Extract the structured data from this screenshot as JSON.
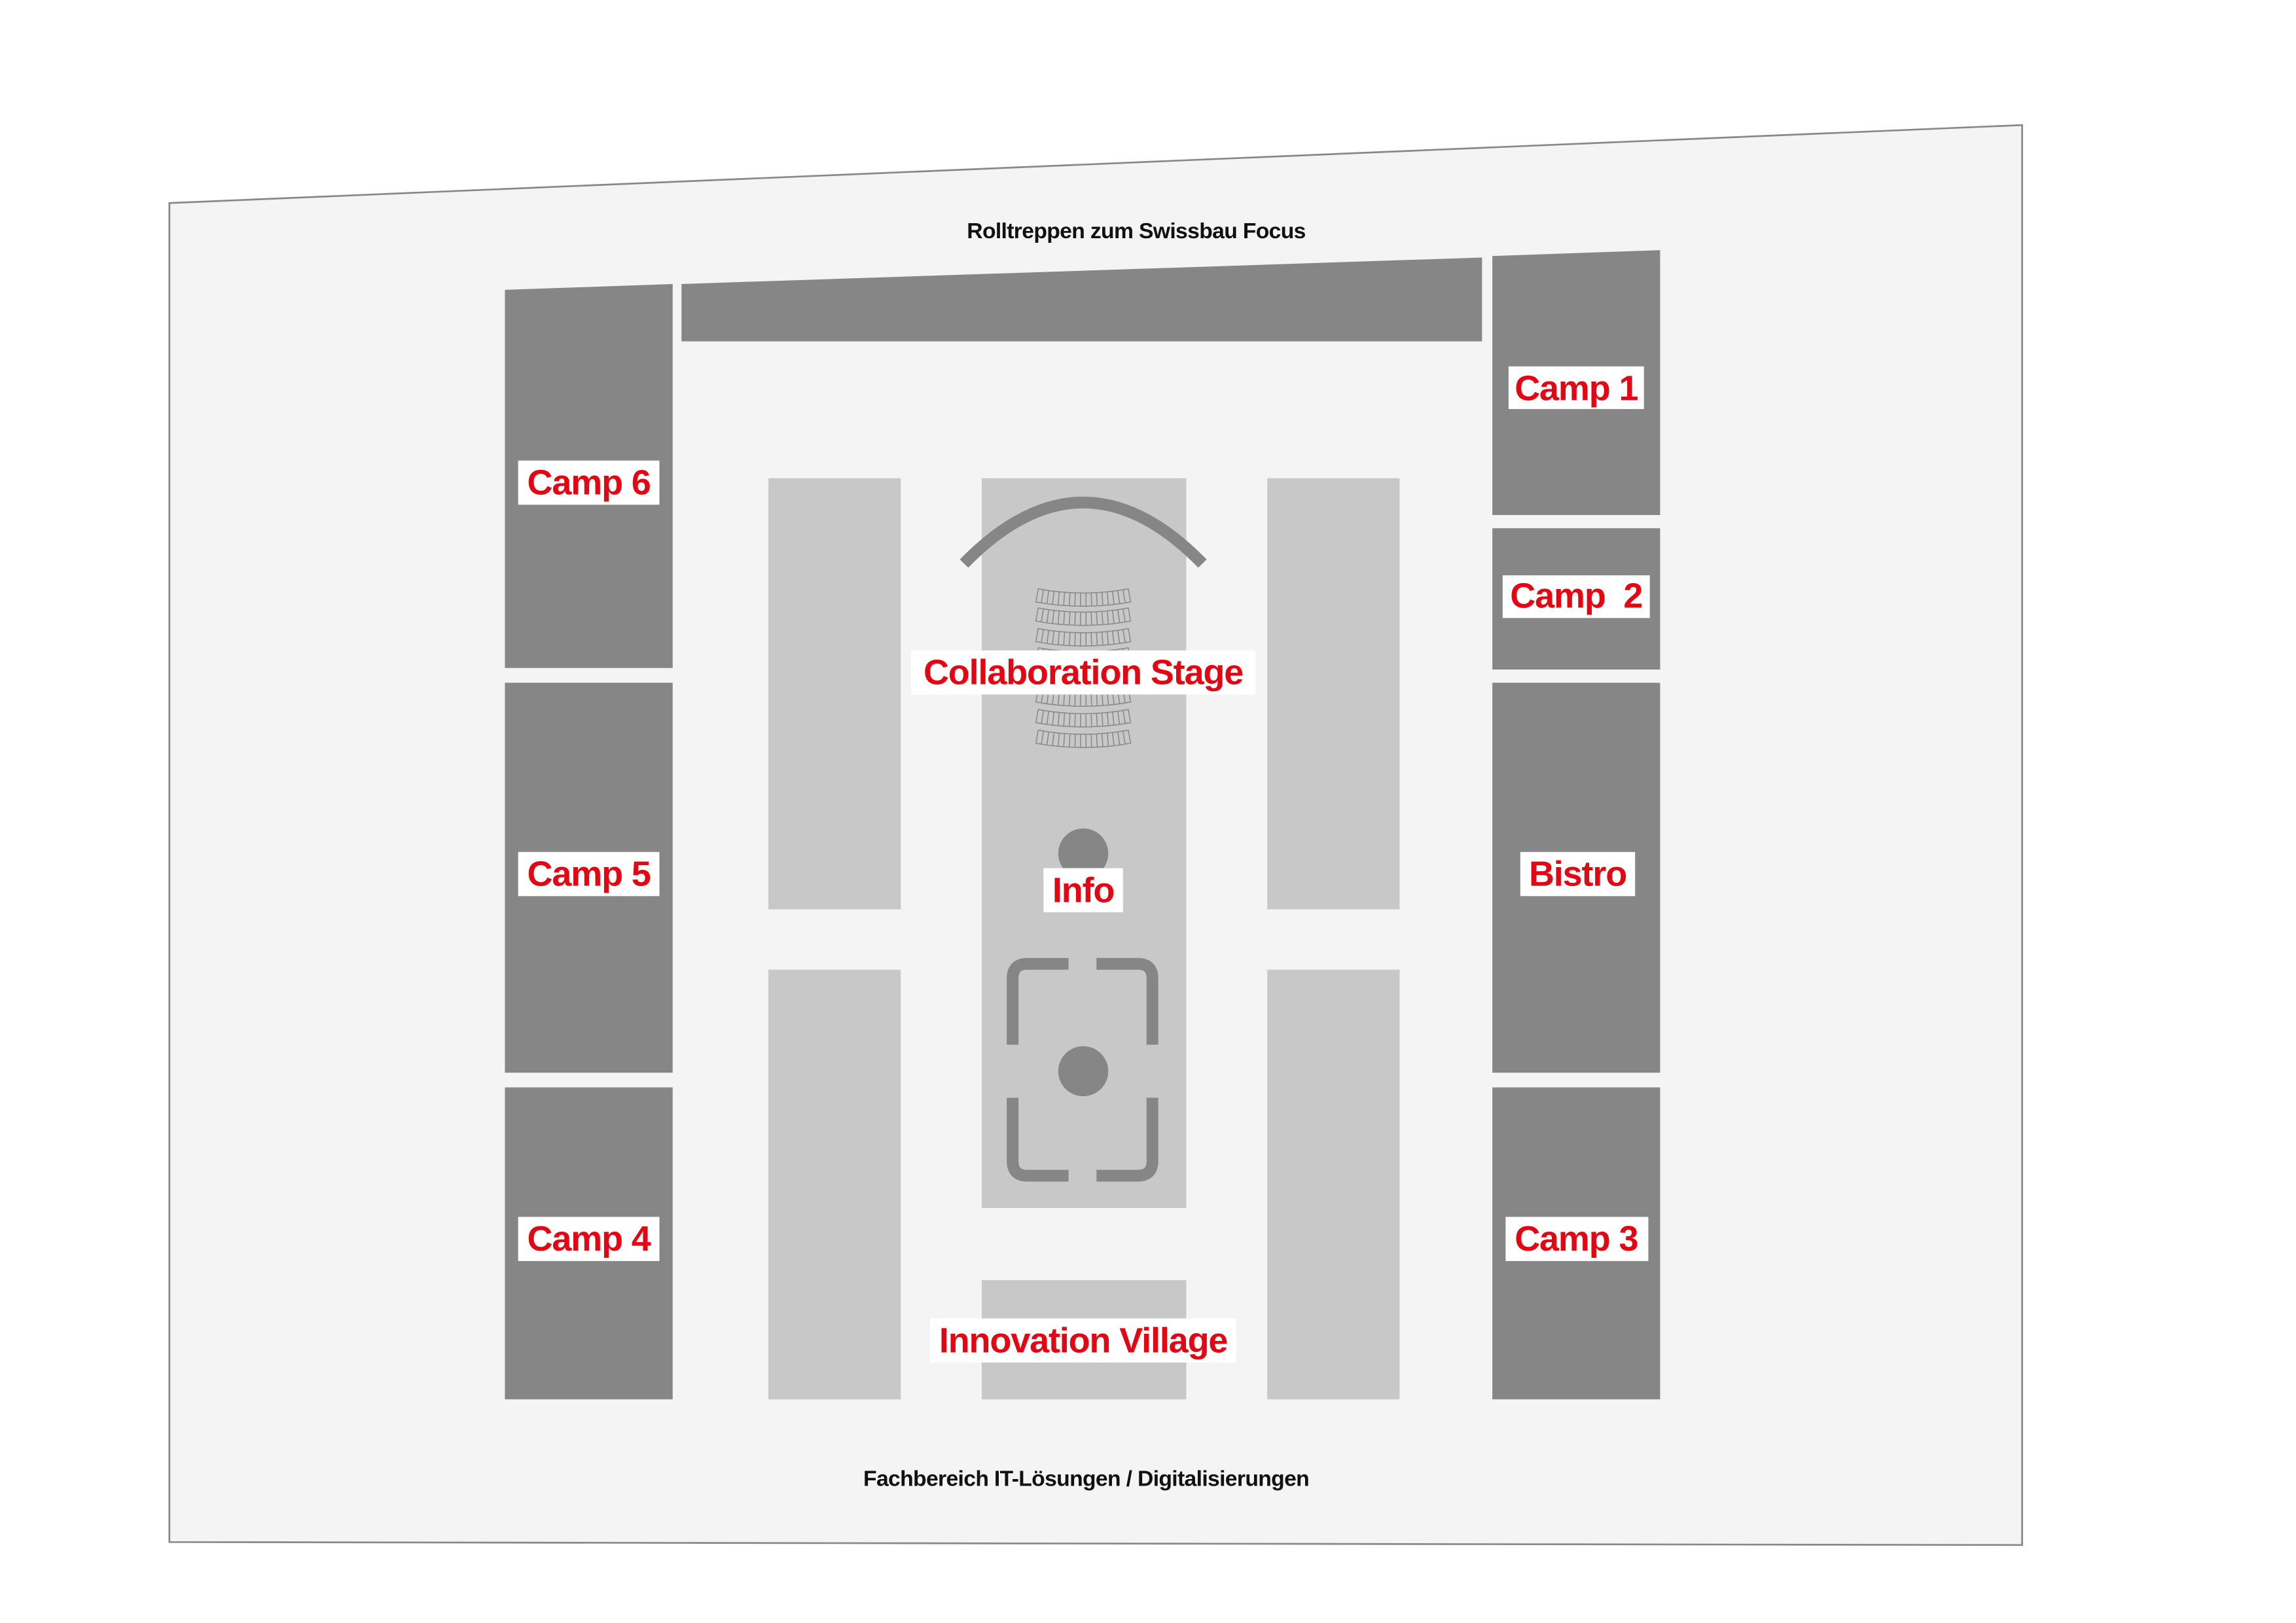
{
  "captions": {
    "top": "Rolltreppen zum Swissbau Focus",
    "bottom": "Fachbereich IT-Lösungen / Digitalisierungen"
  },
  "areas": {
    "camp1": "Camp 1",
    "camp2": "Camp  2",
    "camp3": "Camp 3",
    "camp4": "Camp 4",
    "camp5": "Camp 5",
    "camp6": "Camp 6",
    "bistro": "Bistro",
    "stage": "Collaboration Stage",
    "info": "Info",
    "village": "Innovation Village"
  },
  "colors": {
    "label": "#e30613",
    "booth_dark": "#858685",
    "zone_light": "#c8c8c8",
    "floor": "#f4f4f4"
  }
}
